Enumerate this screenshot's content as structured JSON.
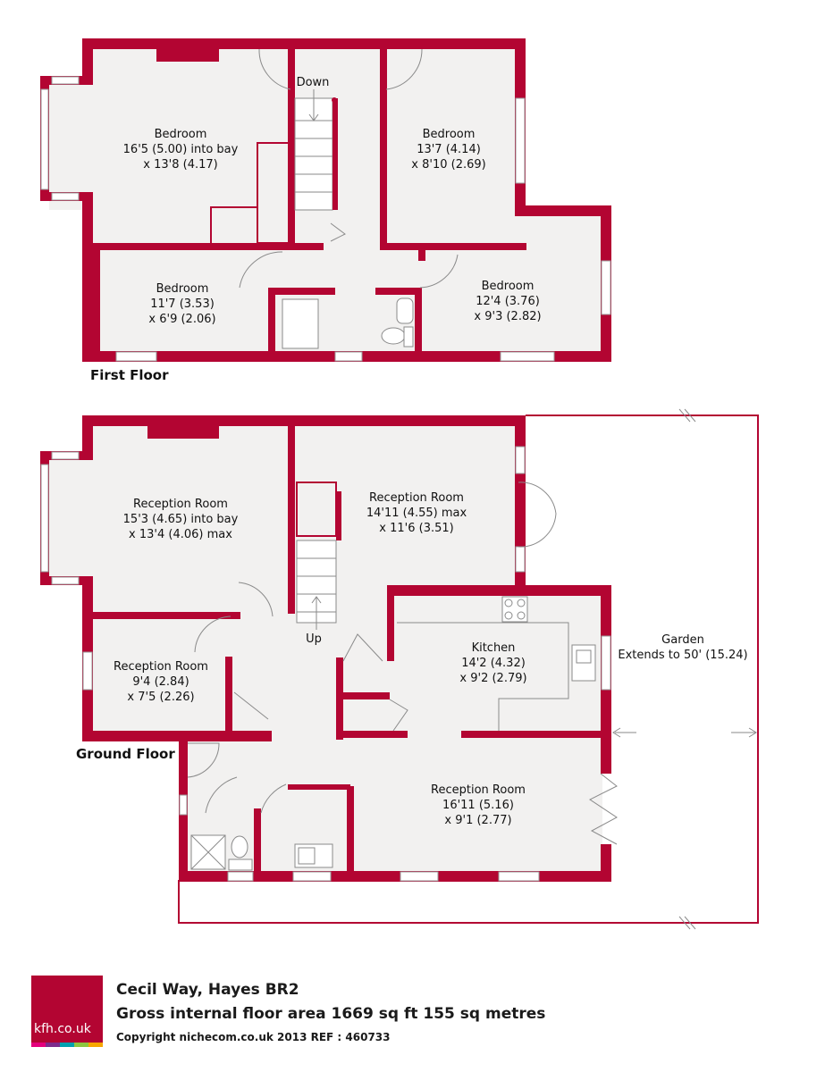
{
  "first_floor": {
    "label": "First Floor",
    "rooms": [
      {
        "name": "Bedroom",
        "dim1": "16'5 (5.00) into bay",
        "dim2": "x 13'8 (4.17)"
      },
      {
        "name": "Bedroom",
        "dim1": "13'7 (4.14)",
        "dim2": "x 8'10 (2.69)"
      },
      {
        "name": "Bedroom",
        "dim1": "11'7 (3.53)",
        "dim2": "x 6'9 (2.06)"
      },
      {
        "name": "Bedroom",
        "dim1": "12'4 (3.76)",
        "dim2": "x 9'3 (2.82)"
      }
    ],
    "stairs_label": "Down"
  },
  "ground_floor": {
    "label": "Ground Floor",
    "rooms": [
      {
        "name": "Reception Room",
        "dim1": "15'3 (4.65) into bay",
        "dim2": "x 13'4 (4.06) max"
      },
      {
        "name": "Reception Room",
        "dim1": "14'11 (4.55) max",
        "dim2": "x 11'6 (3.51)"
      },
      {
        "name": "Reception Room",
        "dim1": "9'4 (2.84)",
        "dim2": "x 7'5 (2.26)"
      },
      {
        "name": "Kitchen",
        "dim1": "14'2 (4.32)",
        "dim2": "x 9'2 (2.79)"
      },
      {
        "name": "Reception Room",
        "dim1": "16'11 (5.16)",
        "dim2": "x 9'1 (2.77)"
      }
    ],
    "stairs_label": "Up",
    "garden": {
      "name": "Garden",
      "extent": "Extends to 50' (15.24)"
    }
  },
  "footer": {
    "logo_text": "kfh.co.uk",
    "logo_stripe_colors": [
      "#e4007c",
      "#7d2b8b",
      "#00a0af",
      "#8cc63f",
      "#f7a600"
    ],
    "address": "Cecil Way, Hayes  BR2",
    "floor_area": "Gross internal floor area 1669 sq ft 155 sq metres",
    "copyright": "Copyright nichecom.co.uk 2013    REF : 460733"
  },
  "colors": {
    "wall": "#b30532",
    "floor": "#f2f1f0"
  }
}
